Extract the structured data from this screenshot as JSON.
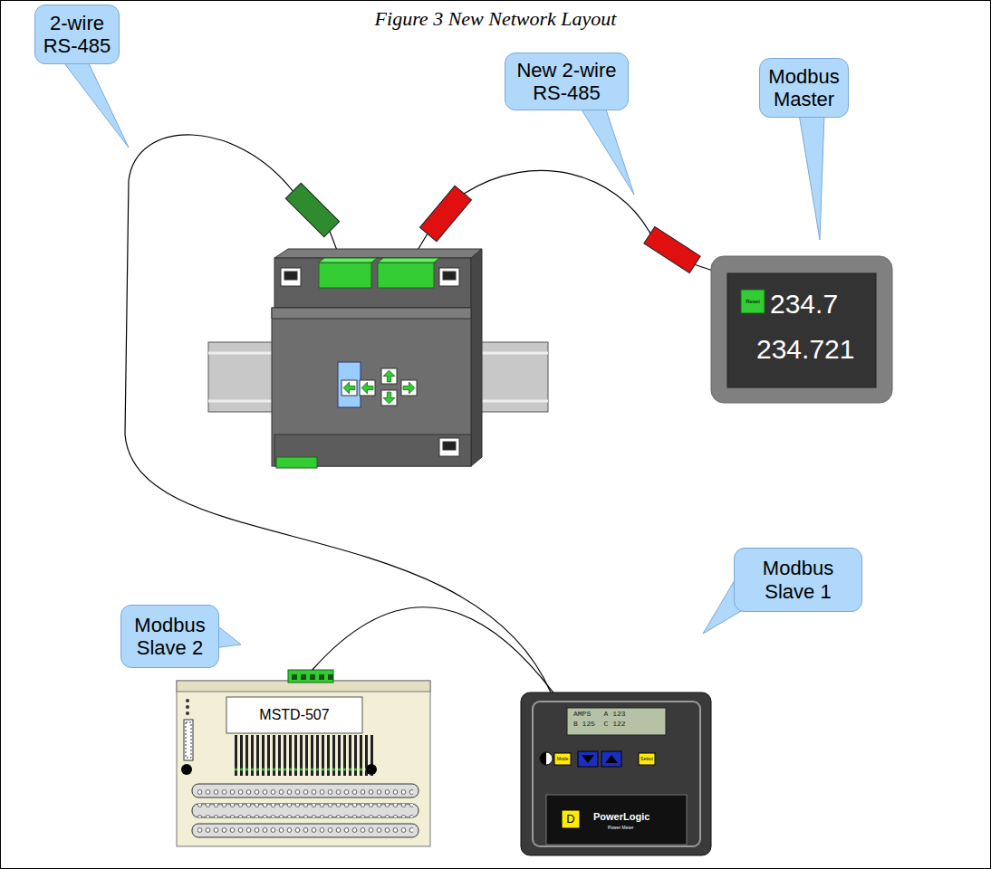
{
  "diagram": {
    "title": "Figure 3 New Network Layout",
    "nodes": [
      {
        "text": [
          "2-wire RS-485"
        ]
      },
      {
        "text": [
          "New 2-wire RS-485"
        ]
      },
      {
        "text": [
          "Modbus Master"
        ]
      },
      {
        "text": [
          "Reset",
          "234.7",
          "234.721"
        ]
      },
      {
        "text": [
          "Modbus Slave 1"
        ]
      },
      {
        "text": [
          "Modbus Slave 2"
        ]
      },
      {
        "text": [
          "MSTD-507"
        ]
      },
      {
        "text": [
          "AMPS   A 123",
          "B 125  C 122",
          "Mode",
          "Select",
          "D",
          "PowerLogic",
          "Power Meter"
        ]
      }
    ],
    "edges": [
      {
        "from": 6,
        "to": 7,
        "arrow": "none"
      }
    ]
  }
}
